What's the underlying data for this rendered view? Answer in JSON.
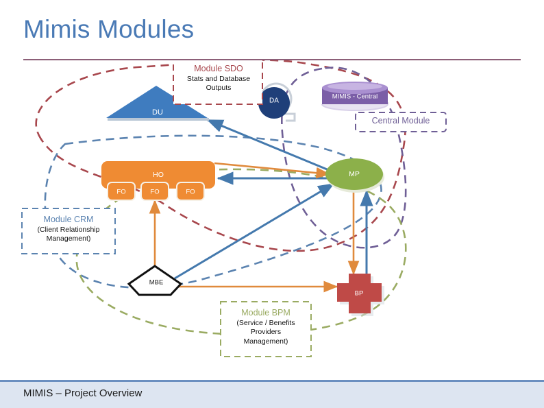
{
  "slide": {
    "title": "Mimis Modules",
    "footer": "MIMIS – Project Overview"
  },
  "colors": {
    "title_blue": "#4a7ab5",
    "rule_purple": "#8c5f78",
    "footer_rule_blue": "#6b8fc0",
    "footer_band": "#dde5f1",
    "sdo_red": "#a8474d",
    "central_purple": "#6f5f96",
    "crm_blue": "#5b83b0",
    "bpm_green": "#9aab62",
    "du_blue": "#3f7cbf",
    "da_navy": "#1f3f79",
    "ho_orange": "#ef8b33",
    "mp_green": "#8cb04a",
    "bp_red": "#bf4a47",
    "mbe_white": "#ffffff",
    "mimis_central_purple": "#7b5ea7",
    "arrow_blue": "#4479ad",
    "arrow_orange": "#e08a3c"
  },
  "module_labels": [
    {
      "id": "module-sdo",
      "title": "Module SDO",
      "subtitle": "Stats and Database Outputs",
      "color": "#a8474d"
    },
    {
      "id": "central-module",
      "title": "Central Module",
      "subtitle": "",
      "color": "#6f5f96"
    },
    {
      "id": "module-crm",
      "title": "Module CRM",
      "subtitle": "(Client Relationship Management)",
      "color": "#5b83b0"
    },
    {
      "id": "module-bpm",
      "title": "Module BPM",
      "subtitle": "(Service / Benefits Providers Management)",
      "color": "#9aab62"
    }
  ],
  "sdo": {
    "title": "Module SDO",
    "line1": "Stats and Database",
    "line2": "Outputs"
  },
  "central": {
    "title": "Central Module"
  },
  "crm": {
    "title": "Module CRM",
    "line1": "(Client Relationship",
    "line2": "Management)"
  },
  "bpm": {
    "title": "Module BPM",
    "line1": "(Service / Benefits",
    "line2": "Providers",
    "line3": "Management)"
  },
  "nodes": {
    "du": "DU",
    "da": "DA",
    "mimis_central": "MIMIS - Central",
    "ho": "HO",
    "fo1": "FO",
    "fo2": "FO",
    "fo3": "FO",
    "mp": "MP",
    "mbe": "MBE",
    "bp": "BP"
  }
}
